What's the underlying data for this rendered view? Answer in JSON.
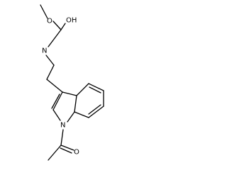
{
  "molecule": {
    "atoms": {
      "methoxy_oxygen": "O",
      "hydroxyl": "OH",
      "amide_nitrogen": "N",
      "indole_nitrogen": "N",
      "acetyl_oxygen": "O"
    }
  }
}
